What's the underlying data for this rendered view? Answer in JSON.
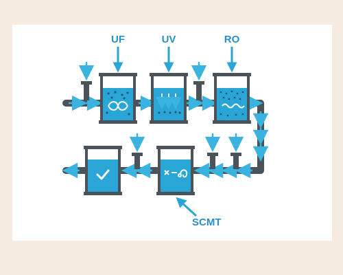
{
  "colors": {
    "background": "#f6ebe0",
    "panel": "#ffffff",
    "pipe": "#4a525a",
    "flow": "#3bb3e0",
    "water": "#2aa6d6",
    "water_light": "#8fd4ef",
    "label": "#2a8fc4"
  },
  "stages": {
    "uf": {
      "label": "UF",
      "icon": "swirl-icon"
    },
    "uv": {
      "label": "UV",
      "icon": "uv-rays-icon"
    },
    "ro": {
      "label": "RO",
      "icon": "wave-icon"
    },
    "scmt": {
      "label": "SCMT",
      "icon": "microbe-treatment-icon"
    },
    "final": {
      "icon": "checkmark-icon"
    }
  }
}
